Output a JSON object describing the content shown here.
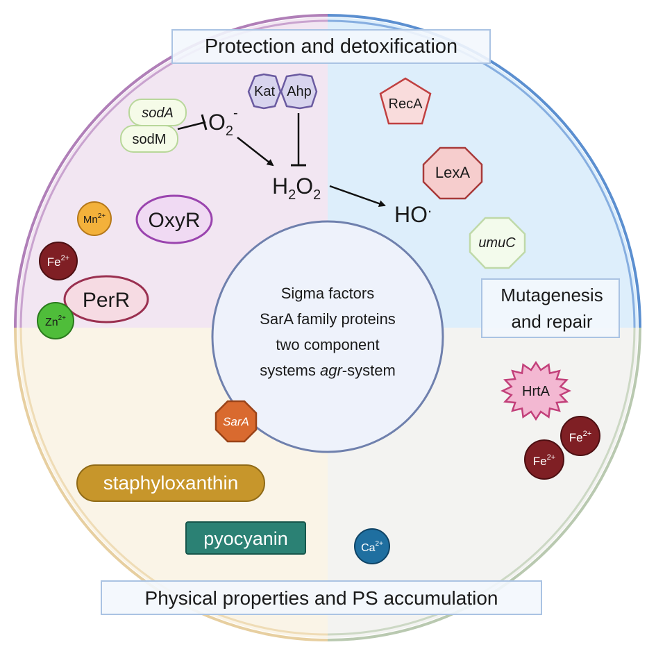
{
  "sections": {
    "top": "Protection and detoxification",
    "right_line1": "Mutagenesis",
    "right_line2": "and repair",
    "bottom": "Physical properties and PS accumulation"
  },
  "center": {
    "line1": "Sigma factors",
    "line2": "SarA family proteins",
    "line3": "two component",
    "line4_prefix": "systems ",
    "line4_italic": "agr",
    "line4_suffix": "-system"
  },
  "molecules": {
    "o2": "O",
    "o2_sub": "2",
    "o2_sup": "-",
    "h2o2_a": "H",
    "h2o2_sub1": "2",
    "h2o2_b": "O",
    "h2o2_sub2": "2",
    "ho": "HO",
    "ho_sup": "."
  },
  "proteins": {
    "sodA": "sodA",
    "sodM": "sodM",
    "kat": "Kat",
    "ahp": "Ahp",
    "recA": "RecA",
    "lexA": "LexA",
    "umuC": "umuC",
    "oxyR": "OxyR",
    "perR": "PerR",
    "hrtA": "HrtA",
    "sarA": "SarA"
  },
  "pigments": {
    "staphyloxanthin": "staphyloxanthin",
    "pyocyanin": "pyocyanin"
  },
  "ions": {
    "mn": "Mn",
    "mn_charge": "2+",
    "fe": "Fe",
    "fe_charge": "2+",
    "zn": "Zn",
    "zn_charge": "2+",
    "ca": "Ca",
    "ca_charge": "2+"
  },
  "colors": {
    "purple_ring": "#b07fb8",
    "blue_ring": "#5b8fd0",
    "tan_ring": "#e7cfa0",
    "sage_ring": "#b9c9b0",
    "q_topleft": "#f2e6f2",
    "q_topright": "#ddeefb",
    "q_bottomleft": "#faf4e7",
    "q_bottomright": "#f3f3f1",
    "center_fill": "#eef2fb",
    "center_stroke": "#6f80ad",
    "staphyloxanthin": "#c7962b",
    "pyocyanin": "#2b8174",
    "fe": "#7f1f24",
    "mn": "#f3b13b",
    "zn": "#4fbd3a",
    "ca": "#1f6fa0",
    "sarA": "#d96a2f"
  }
}
